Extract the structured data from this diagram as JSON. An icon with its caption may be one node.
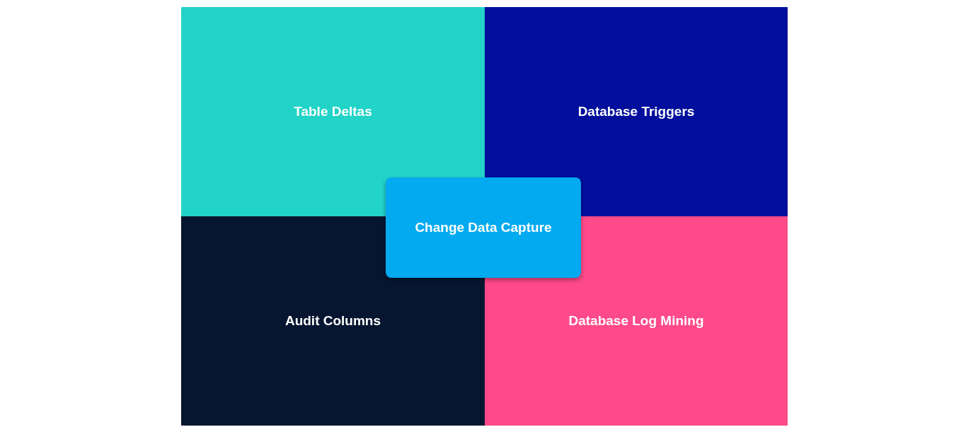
{
  "diagram": {
    "nodes": [
      {
        "text": [
          "Table Deltas"
        ]
      },
      {
        "text": [
          "Database Triggers"
        ]
      },
      {
        "text": [
          "Change Data Capture"
        ]
      },
      {
        "text": [
          "Audit Columns"
        ]
      },
      {
        "text": [
          "Database Log Mining"
        ]
      }
    ]
  }
}
